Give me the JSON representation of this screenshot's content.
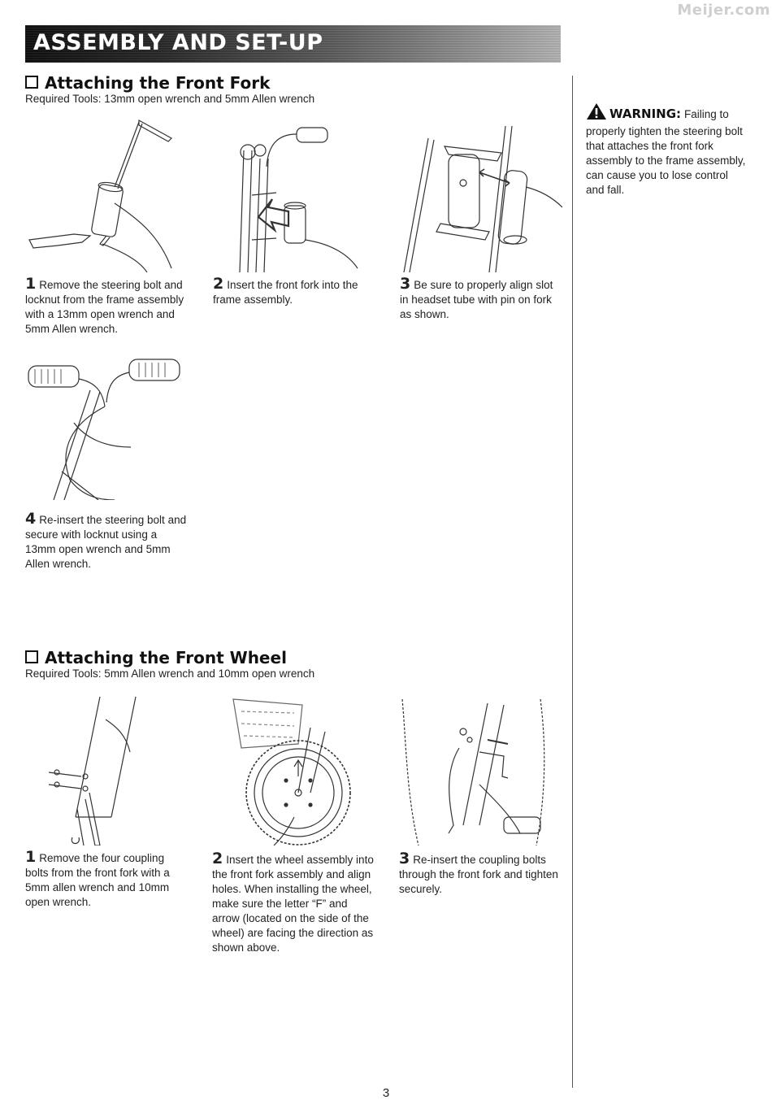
{
  "watermark": "Meijer.com",
  "header": {
    "title": "ASSEMBLY AND SET-UP"
  },
  "fork_section": {
    "title": "Attaching the Front Fork",
    "tools": "Required Tools: 13mm open wrench and 5mm Allen wrench",
    "steps": [
      {
        "num": "1",
        "text": "Remove the steering bolt and locknut from the frame assembly with a 13mm open wrench and 5mm Allen wrench."
      },
      {
        "num": "2",
        "text": "Insert the front fork into the frame assembly."
      },
      {
        "num": "3",
        "text": "Be sure to properly align slot in headset tube with pin on fork as shown."
      },
      {
        "num": "4",
        "text": "Re-insert the steering bolt and secure with locknut using a 13mm open wrench and 5mm Allen wrench."
      }
    ]
  },
  "wheel_section": {
    "title": "Attaching the Front Wheel",
    "tools": "Required Tools: 5mm Allen wrench and 10mm open wrench",
    "steps": [
      {
        "num": "1",
        "text": "Remove the four coupling bolts from the front fork with a 5mm allen wrench and 10mm open wrench."
      },
      {
        "num": "2",
        "text": "Insert the wheel assembly into the front fork assembly and align holes. When installing the wheel, make sure the letter “F” and arrow (located on the side of the wheel) are facing the direction as shown above."
      },
      {
        "num": "3",
        "text": "Re-insert the coupling bolts through the front fork and tighten securely."
      }
    ]
  },
  "warning": {
    "label": "WARNING:",
    "text": "Failing to properly tighten the steering bolt that attaches the front fork assembly to the frame assembly, can cause you to lose control and fall."
  },
  "page_number": "3",
  "colors": {
    "banner_dark": "#111111",
    "banner_light": "#b5b5b5",
    "rule": "#555555"
  }
}
